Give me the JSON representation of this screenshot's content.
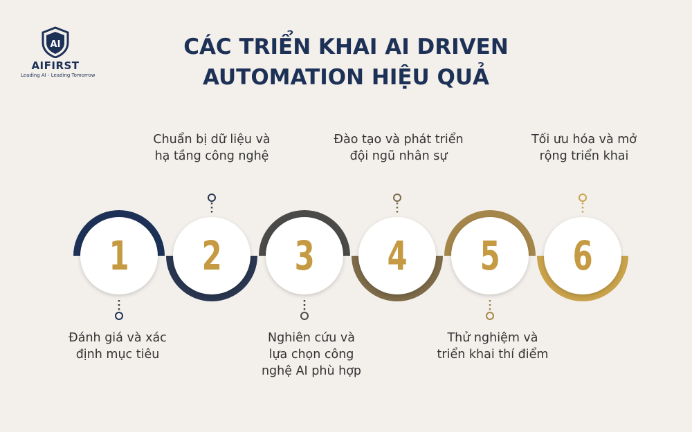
{
  "logo": {
    "mark": "AI",
    "name": "AIFIRST",
    "tagline": "Leading AI - Leading Tomorrow"
  },
  "title": {
    "line1": "CÁC TRIỂN KHAI AI DRIVEN",
    "line2": "AUTOMATION HIỆU QUẢ"
  },
  "steps": [
    {
      "number": "1",
      "label_line1": "Đánh giá và xác",
      "label_line2": "định mục tiêu",
      "label_line3": "",
      "color": "#1d3156"
    },
    {
      "number": "2",
      "label_line1": "Chuẩn bị dữ liệu và",
      "label_line2": "hạ tầng công nghệ",
      "label_line3": "",
      "color": "#2a3650"
    },
    {
      "number": "3",
      "label_line1": "Nghiên cứu và",
      "label_line2": "lựa chọn công",
      "label_line3": "nghệ AI phù hợp",
      "color": "#4a4a48"
    },
    {
      "number": "4",
      "label_line1": "Đào tạo và phát triển",
      "label_line2": "đội ngũ nhân sự",
      "label_line3": "",
      "color": "#7c6a48"
    },
    {
      "number": "5",
      "label_line1": "Thử nghiệm và",
      "label_line2": "triển khai thí điểm",
      "label_line3": "",
      "color": "#a5864a"
    },
    {
      "number": "6",
      "label_line1": "Tối ưu hóa và mở",
      "label_line2": "rộng triển khai",
      "label_line3": "",
      "color": "#c9a24a"
    }
  ]
}
